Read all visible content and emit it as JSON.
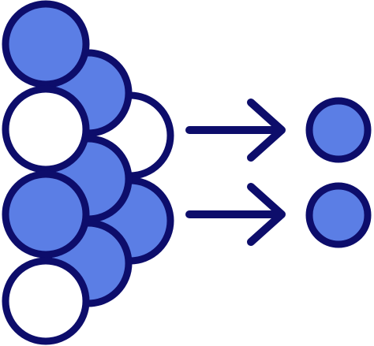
{
  "icon": {
    "name": "dimensionality-reduction-icon",
    "colors": {
      "outline": "#0d0d6b",
      "fill_blue": "#5b7ee5",
      "fill_white": "#ffffff"
    },
    "left_cluster": {
      "column_3": [
        "white",
        "blue"
      ],
      "column_2": [
        "blue",
        "blue",
        "blue"
      ],
      "column_1": [
        "blue",
        "white",
        "blue",
        "white"
      ]
    },
    "arrows": 2,
    "outputs": [
      "blue",
      "blue"
    ]
  }
}
